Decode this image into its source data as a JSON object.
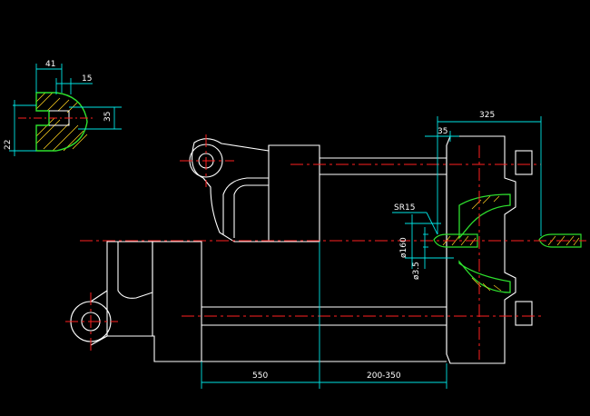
{
  "drawing": {
    "colors": {
      "background": "#000000",
      "outline": "#ffffff",
      "dimension": "#00e5e5",
      "centerline": "#ff2020",
      "hatch": "#ffd21f",
      "section": "#2ee02e"
    },
    "dimensions": {
      "detail_width": "41",
      "detail_notch": "15",
      "detail_height": "35",
      "detail_offset": "22",
      "nozzle_offset": "35",
      "overall_325": "325",
      "sphere_radius": "SR15",
      "bore_dia": "ø160",
      "hole_dia": "ø3.5",
      "length_550": "550",
      "stroke_range": "200-350"
    }
  }
}
